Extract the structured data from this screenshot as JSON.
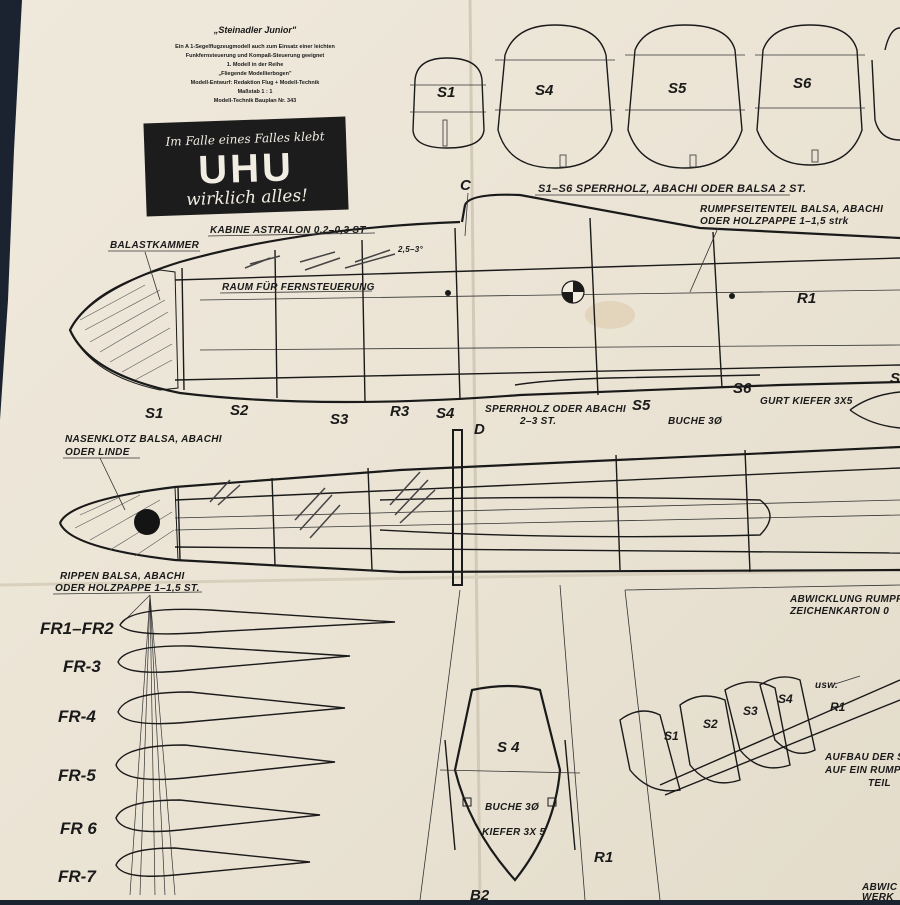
{
  "title_block": {
    "title": "„Steinadler Junior\"",
    "lines": [
      "Ein A 1-Segelflugzeugmodell auch zum Einsatz einer leichten",
      "Funkfernsteuerung und Kompaß-Steuerung geeignet",
      "1. Modell in der Reihe",
      "„Fliegende Modellierbogen\"",
      "Modell-Entwurf: Redaktion Flug + Modell-Technik",
      "Maßstab 1 : 1",
      "Modell-Technik Bauplan Nr. 343"
    ]
  },
  "ad": {
    "line1": "Im Falle eines Falles klebt",
    "brand": "UHU",
    "line2": "wirklich alles!"
  },
  "formers": [
    "S1",
    "S4",
    "S5",
    "S6"
  ],
  "formers_note": "S1–S6 SPERRHOLZ, ABACHI ODER BALSA 2 ST.",
  "side_view": {
    "kabine": "KABINE  ASTRALON 0,2–0,3 ST",
    "angle": "2,5–3°",
    "balast": "BALASTKAMMER",
    "raum": "RAUM FÜR FERNSTEUERUNG",
    "rumpf": "RUMPFSEITENTEIL BALSA, ABACHI",
    "rumpf2": "ODER HOLZPAPPE 1–1,5 strk",
    "r1": "R1",
    "c": "C",
    "d": "D",
    "stations": [
      "S1",
      "S2",
      "S3",
      "R3",
      "S4",
      "S5",
      "S6"
    ],
    "sperrholz": "SPERRHOLZ ODER ABACHI",
    "sperrholz2": "2–3 ST.",
    "buche": "BUCHE 3Ø",
    "gurt": "GURT KIEFER 3X5",
    "s_right": "S"
  },
  "top_view": {
    "nase": "NASENKLOTZ BALSA, ABACHI",
    "nase2": "ODER LINDE"
  },
  "ribs": {
    "note1": "RIPPEN BALSA, ABACHI",
    "note2": "ODER HOLZPAPPE 1–1,5 ST.",
    "labels": [
      "FR1–FR2",
      "FR-3",
      "FR-4",
      "FR-5",
      "FR 6",
      "FR-7"
    ]
  },
  "detail": {
    "s4": "S 4",
    "buche": "BUCHE 3Ø",
    "kiefer": "KIEFER 3X 5",
    "r1": "R1",
    "bottom": "B2"
  },
  "right_panel": {
    "abw1": "ABWICKLUNG RUMPF",
    "abw2": "ZEICHENKARTON 0",
    "usw": "usw.",
    "parts": [
      "S1",
      "S2",
      "S3",
      "S4",
      "R1"
    ],
    "aufbau1": "AUFBAU DER S",
    "aufbau2": "AUF EIN RUMPF",
    "aufbau3": "TEIL",
    "abw3": "ABWIC",
    "abw4": "WERK"
  },
  "colors": {
    "paper": "#ece6d9",
    "ink": "#1a1a1a",
    "background": "#1b2330"
  }
}
